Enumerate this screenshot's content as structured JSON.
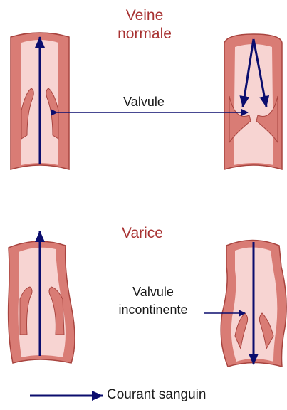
{
  "titles": {
    "normal_vein": "Veine\nnormale",
    "varicose": "Varice"
  },
  "labels": {
    "valve": "Valvule",
    "incontinent_valve": "Valvule\nincontinente"
  },
  "legend": {
    "blood_flow": "Courant sanguin"
  },
  "colors": {
    "vein_wall": "#d97c75",
    "vein_wall_stroke": "#a8443f",
    "vein_lumen": "#f7d4d2",
    "flow_arrow": "#0b0d6e",
    "title_text": "#a83232"
  }
}
